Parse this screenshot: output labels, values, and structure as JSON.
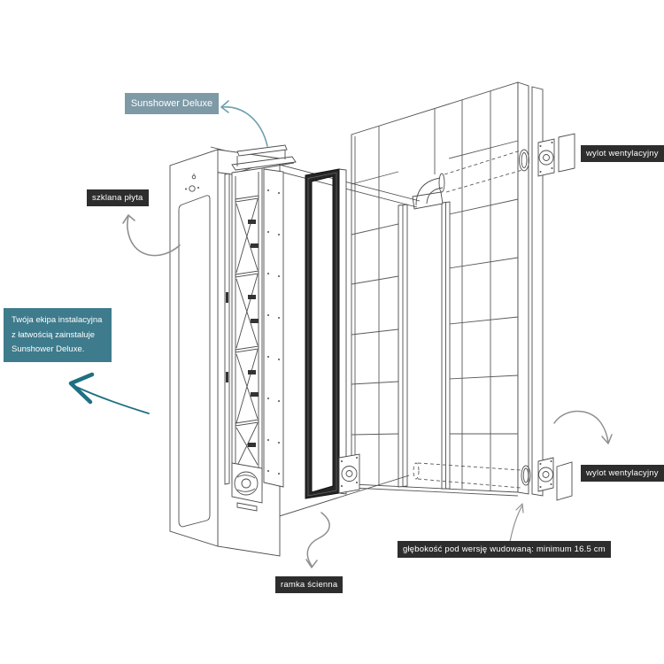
{
  "page": {
    "background": "#ffffff"
  },
  "colors": {
    "label_dark_bg": "#2d2d2d",
    "label_text": "#ffffff",
    "product_badge_bg": "#7d9aa6",
    "installer_callout_bg": "#3e7b8c",
    "teal_arrow_light": "#6fa0ae",
    "teal_arrow_dark": "#1f7082",
    "gray_arrow": "#8f8f8f",
    "line_art": "#4d4d4d",
    "wall_frame_dark": "#262626"
  },
  "labels": {
    "product_badge": "Sunshower Deluxe",
    "glass_plate": "szklana płyta",
    "installer_callout_line1": "Twója ekipa instalacyjna",
    "installer_callout_line2": "z łatwością zainstaluje",
    "installer_callout_line3": "Sunshower Deluxe.",
    "vent_top": "wylot wentylacyjny",
    "vent_bottom": "wylot wentylacyjny",
    "depth_note": "głębokość pod wersję wudowaną: minimum 16.5 cm",
    "wall_frame": "ramka ścienna"
  },
  "icons": {
    "arrow_to_product_badge": "curved-arrow-up-left",
    "arrow_to_glass_plate": "curved-arrow-up",
    "arrow_installer": "hand-drawn-arrow-up-left",
    "arrow_to_vent_bottom": "curved-arrow-down-right",
    "arrow_from_depth_note": "arrow-up",
    "arrow_to_wall_frame": "s-curve-arrow-down"
  }
}
